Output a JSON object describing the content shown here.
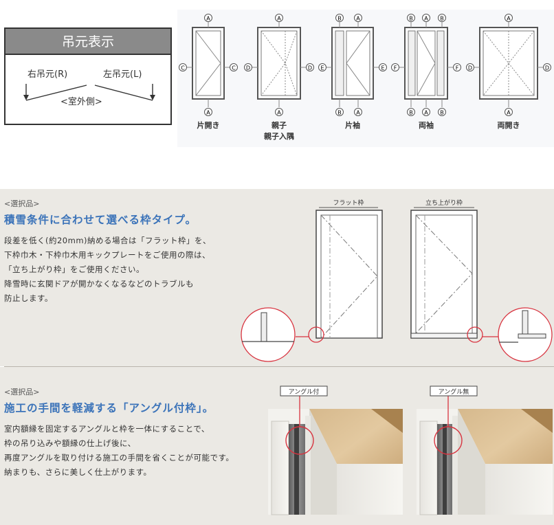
{
  "legend": {
    "title": "吊元表示",
    "right_label": "右吊元(R)",
    "left_label": "左吊元(L)",
    "outside_label": "<室外側>"
  },
  "swing_types": {
    "items": [
      {
        "name": "片開き",
        "top": [
          "A"
        ],
        "bottom": [
          "A"
        ],
        "side": "C"
      },
      {
        "name": "親子",
        "sub": "親子入隅",
        "top": [
          "A"
        ],
        "bottom": [
          "A"
        ],
        "side": "D"
      },
      {
        "name": "片袖",
        "top": [
          "B",
          "A"
        ],
        "bottom": [
          "B",
          "A"
        ],
        "side": "E"
      },
      {
        "name": "両袖",
        "top": [
          "B",
          "A",
          "B"
        ],
        "bottom": [
          "B",
          "A",
          "B"
        ],
        "side": "F"
      },
      {
        "name": "両開き",
        "top": [
          "A"
        ],
        "bottom": [
          "A"
        ],
        "side": "D"
      }
    ]
  },
  "frame_section": {
    "tag": "<選択品>",
    "heading": "積雪条件に合わせて選べる枠タイプ。",
    "lines": [
      "段差を低く(約20mm)納める場合は「フラット枠」を、",
      "下枠巾木・下枠巾木用キックプレートをご使用の際は、",
      "「立ち上がり枠」をご使用ください。",
      "降雪時に玄関ドアが開かなくなるなどのトラブルも",
      "防止します。"
    ],
    "flat_label": "フラット枠",
    "raised_label": "立ち上がり枠"
  },
  "angle_section": {
    "tag": "<選択品>",
    "heading": "施工の手間を軽減する「アングル付枠」。",
    "lines": [
      "室内額縁を固定するアングルと枠を一体にすることで、",
      "枠の吊り込みや額縁の仕上げ後に、",
      "再度アングルを取り付ける施工の手間を省くことが可能です。",
      "納まりも、さらに美しく仕上がります。"
    ],
    "with_label": "アングル付",
    "without_label": "アングル無"
  },
  "colors": {
    "heading_blue": "#3b73b9",
    "highlight_red": "#d8333f",
    "section_bg": "#ebe9e4"
  }
}
